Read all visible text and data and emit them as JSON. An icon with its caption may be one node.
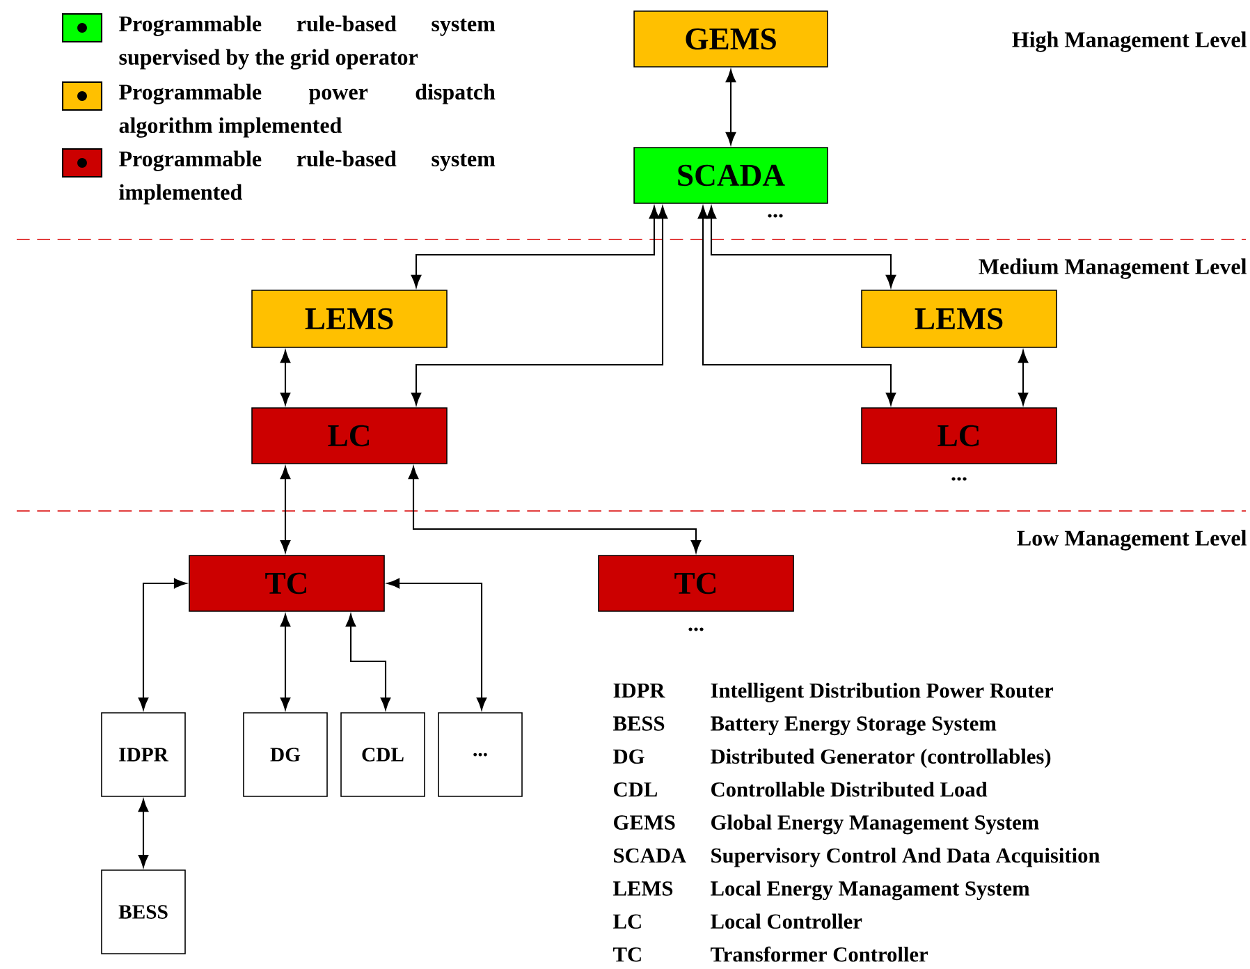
{
  "diagram": {
    "nodes": [
      {
        "text": [
          "GEMS"
        ]
      },
      {
        "text": [
          "SCADA"
        ],
        "beside": [
          "..."
        ]
      },
      {
        "text": [
          "LEMS"
        ]
      },
      {
        "text": [
          "LEMS"
        ]
      },
      {
        "text": [
          "LC"
        ]
      },
      {
        "text": [
          "LC"
        ],
        "beside": [
          "..."
        ]
      },
      {
        "text": [
          "TC"
        ]
      },
      {
        "text": [
          "TC"
        ],
        "beside": [
          "..."
        ]
      },
      {
        "text": [
          "IDPR"
        ]
      },
      {
        "text": [
          "DG"
        ]
      },
      {
        "text": [
          "CDL"
        ]
      },
      {
        "text": [
          "..."
        ]
      },
      {
        "text": [
          "BESS"
        ]
      }
    ],
    "edges": [
      {
        "from": 0,
        "to": 1,
        "arrow": "both"
      },
      {
        "from": 1,
        "to": 2,
        "arrow": "both"
      },
      {
        "from": 1,
        "to": 4,
        "arrow": "both"
      },
      {
        "from": 1,
        "to": 3,
        "arrow": "both"
      },
      {
        "from": 1,
        "to": 5,
        "arrow": "both"
      },
      {
        "from": 2,
        "to": 4,
        "arrow": "both"
      },
      {
        "from": 3,
        "to": 5,
        "arrow": "both"
      },
      {
        "from": 4,
        "to": 6,
        "arrow": "both"
      },
      {
        "from": 4,
        "to": 7,
        "arrow": "both"
      },
      {
        "from": 6,
        "to": 8,
        "arrow": "both"
      },
      {
        "from": 6,
        "to": 9,
        "arrow": "both"
      },
      {
        "from": 6,
        "to": 10,
        "arrow": "both"
      },
      {
        "from": 6,
        "to": 11,
        "arrow": "both"
      },
      {
        "from": 8,
        "to": 12,
        "arrow": "both"
      }
    ],
    "labels": [
      "High Management Level",
      "Medium Management Level",
      "Low Management Level",
      "IDPR",
      "Intelligent Distribution Power Router",
      "BESS",
      "Battery Energy Storage System",
      "DG",
      "Distributed Generator (controllables)",
      "CDL",
      "Controllable Distributed Load",
      "GEMS",
      "Global Energy Management System",
      "SCADA",
      "Supervisory Control And Data Acquisition",
      "LEMS",
      "Local Energy Managament System",
      "LC",
      "Local Controller",
      "TC",
      "Transformer Controller"
    ],
    "legend": [
      {
        "text": "Programmable rule-based system supervised by the grid operator",
        "color": "#00ff00"
      },
      {
        "text": "Programmable power dispatch algorithm implemented",
        "color": "#ffc000"
      },
      {
        "text": "Programmable rule-based system implemented",
        "color": "#cc0000"
      }
    ]
  }
}
